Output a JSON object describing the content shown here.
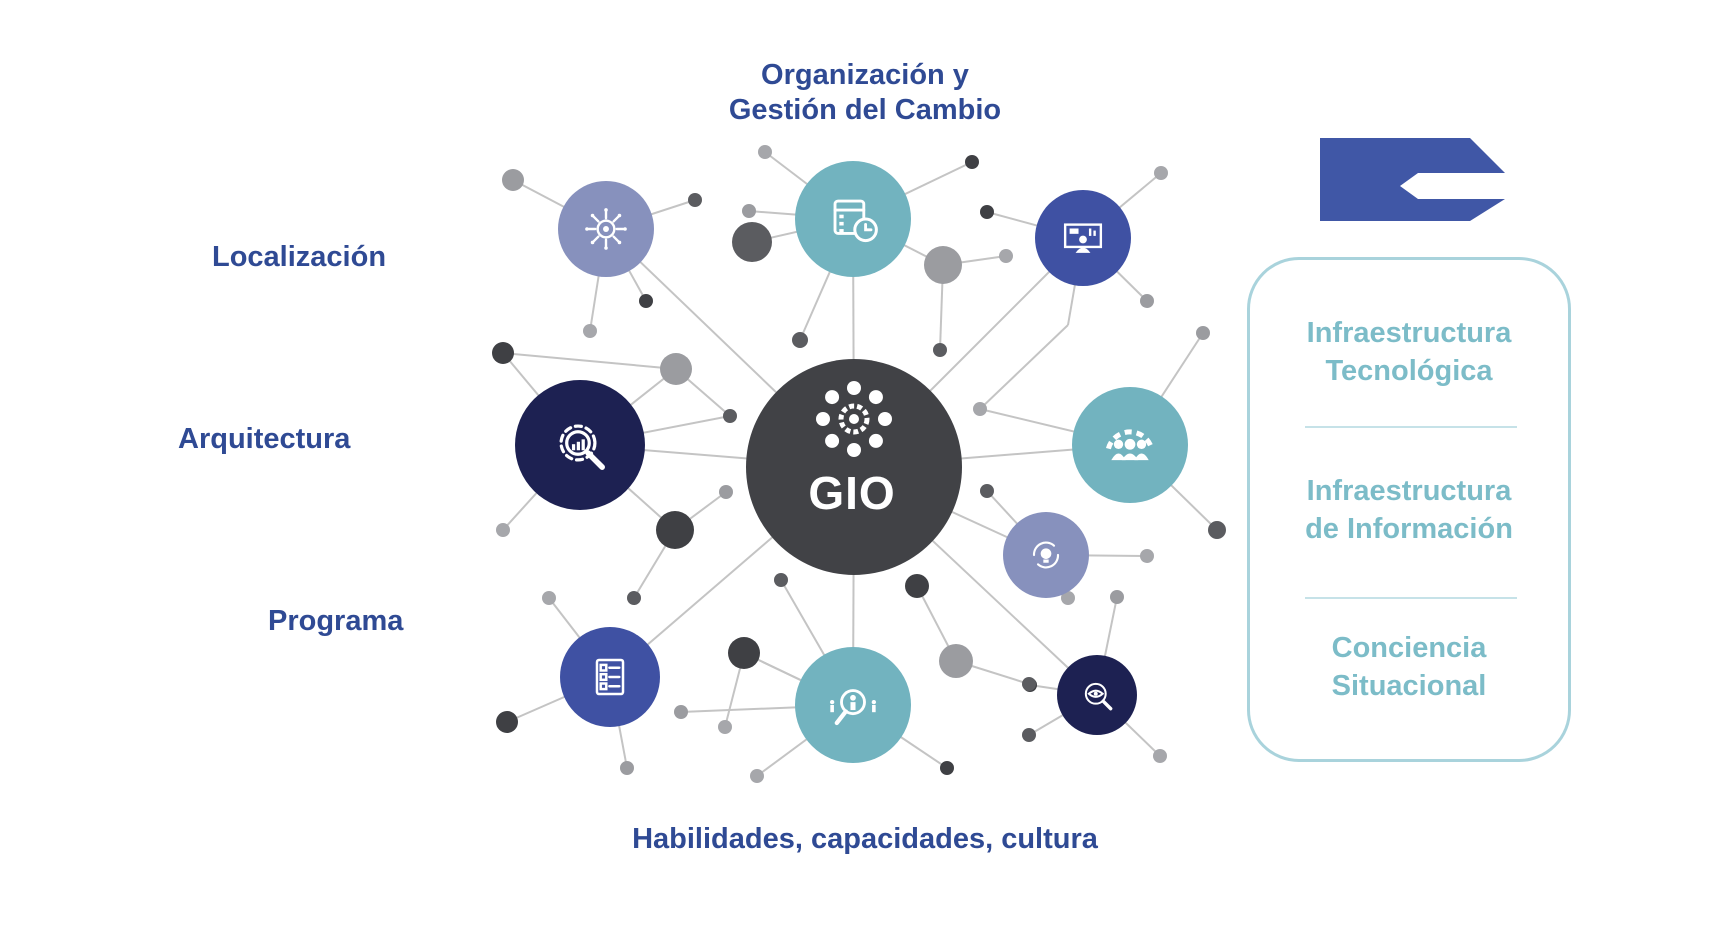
{
  "center": {
    "label": "GIO",
    "icon": "network-gear-icon",
    "color": "#414246"
  },
  "labels": {
    "top": [
      "Organización y",
      "Gestión del Cambio"
    ],
    "left_top": "Localización",
    "left_middle": "Arquitectura",
    "left_bottom": "Programa",
    "bottom": "Habilidades, capacidades, cultura"
  },
  "panel": {
    "items": [
      [
        "Infraestructura",
        "Tecnológica"
      ],
      [
        "Infraestructura",
        "de Información"
      ],
      [
        "Conciencia",
        "Situacional"
      ]
    ]
  },
  "nodes": [
    {
      "icon": "gear-network-icon",
      "color": "#8791bd"
    },
    {
      "icon": "calendar-clock-icon",
      "color": "#72b3bf"
    },
    {
      "icon": "presentation-board-icon",
      "color": "#3f51a3"
    },
    {
      "icon": "magnifier-chart-icon",
      "color": "#1d2152"
    },
    {
      "icon": "team-gear-icon",
      "color": "#72b3bf"
    },
    {
      "icon": "lightbulb-cycle-icon",
      "color": "#8791bd"
    },
    {
      "icon": "checklist-icon",
      "color": "#3f51a3"
    },
    {
      "icon": "person-search-icon",
      "color": "#72b3bf"
    },
    {
      "icon": "eye-search-icon",
      "color": "#1d2152"
    }
  ],
  "colors": {
    "label_text": "#2f4a94",
    "panel_text": "#7cbcc8",
    "panel_border": "#a9d3dc",
    "connector": "#c4c4c4",
    "logo": "#4057a6"
  }
}
